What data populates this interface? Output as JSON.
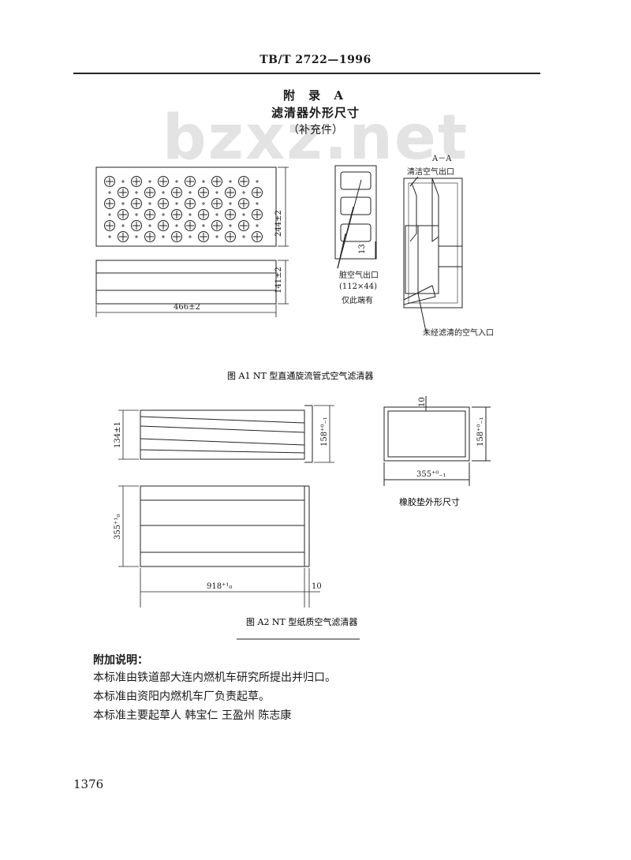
{
  "header": {
    "code": "TB/T 2722—1996"
  },
  "watermark": "bzxz.net",
  "appendix": {
    "label": "附 录 A",
    "title": "滤清器外形尺寸",
    "subtitle": "（补充件）"
  },
  "figure_a1": {
    "caption": "图 A1   NT 型直通旋流管式空气滤清器",
    "section_label": "A－A",
    "dim_width": "466±2",
    "dim_height_top": "244±2",
    "dim_height_side": "141±2",
    "dim_slot": "13",
    "label_clean_outlet": "清洁空气出口",
    "label_dirty_outlet": "脏空气出口",
    "label_dirty_outlet_size": "(112×44)",
    "label_only_this_end": "仅此端有",
    "label_unfiltered_inlet": "未经滤清的空气入口"
  },
  "figure_a2": {
    "caption": "图 A2   NT 型纸质空气滤清器",
    "dim_side_height": "134±1",
    "dim_end_height": "158⁺⁰₋₁",
    "dim_plan_height": "355⁺¹₀",
    "dim_length": "918⁺¹₀",
    "dim_tail": "10",
    "gasket_dim_top": "10",
    "gasket_dim_height": "158⁺⁰₋₁",
    "gasket_dim_width": "355⁺⁰₋₁",
    "gasket_caption": "橡胶垫外形尺寸"
  },
  "notes": {
    "title": "附加说明：",
    "lines": [
      "本标准由铁道部大连内燃机车研究所提出并归口。",
      "本标准由资阳内燃机车厂负责起草。",
      "本标准主要起草人   韩宝仁   王盈州   陈志康"
    ]
  },
  "page_number": "1376"
}
